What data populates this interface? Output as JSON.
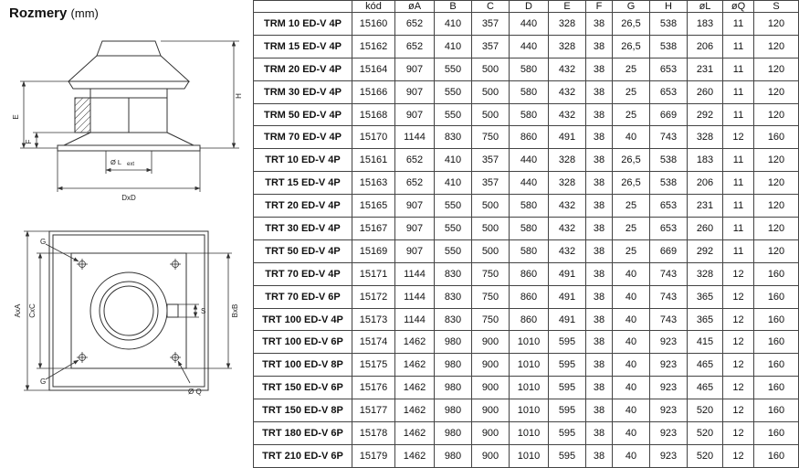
{
  "page": {
    "title": "Rozmery",
    "title_unit": "(mm)"
  },
  "drawings": {
    "side_view": {
      "label_e": "E",
      "label_f": "F",
      "label_h": "H",
      "label_ol": "Ø L",
      "label_ol_sub": "ext",
      "label_dxd": "DxD"
    },
    "top_view": {
      "label_g_top": "G",
      "label_g_bottom": "G",
      "label_axa": "AxA",
      "label_cxc": "CxC",
      "label_bxb": "BxB",
      "label_s": "S",
      "label_oq": "Ø Q"
    }
  },
  "table": {
    "headers": [
      "",
      "kód",
      "øA",
      "B",
      "C",
      "D",
      "E",
      "F",
      "G",
      "H",
      "øL",
      "øQ",
      "S"
    ],
    "rows": [
      [
        "TRM 10 ED-V 4P",
        "15160",
        "652",
        "410",
        "357",
        "440",
        "328",
        "38",
        "26,5",
        "538",
        "183",
        "11",
        "120"
      ],
      [
        "TRM 15 ED-V 4P",
        "15162",
        "652",
        "410",
        "357",
        "440",
        "328",
        "38",
        "26,5",
        "538",
        "206",
        "11",
        "120"
      ],
      [
        "TRM 20 ED-V 4P",
        "15164",
        "907",
        "550",
        "500",
        "580",
        "432",
        "38",
        "25",
        "653",
        "231",
        "11",
        "120"
      ],
      [
        "TRM 30 ED-V 4P",
        "15166",
        "907",
        "550",
        "500",
        "580",
        "432",
        "38",
        "25",
        "653",
        "260",
        "11",
        "120"
      ],
      [
        "TRM 50 ED-V 4P",
        "15168",
        "907",
        "550",
        "500",
        "580",
        "432",
        "38",
        "25",
        "669",
        "292",
        "11",
        "120"
      ],
      [
        "TRM 70 ED-V 4P",
        "15170",
        "1144",
        "830",
        "750",
        "860",
        "491",
        "38",
        "40",
        "743",
        "328",
        "12",
        "160"
      ],
      [
        "TRT 10 ED-V 4P",
        "15161",
        "652",
        "410",
        "357",
        "440",
        "328",
        "38",
        "26,5",
        "538",
        "183",
        "11",
        "120"
      ],
      [
        "TRT 15 ED-V 4P",
        "15163",
        "652",
        "410",
        "357",
        "440",
        "328",
        "38",
        "26,5",
        "538",
        "206",
        "11",
        "120"
      ],
      [
        "TRT 20 ED-V 4P",
        "15165",
        "907",
        "550",
        "500",
        "580",
        "432",
        "38",
        "25",
        "653",
        "231",
        "11",
        "120"
      ],
      [
        "TRT 30 ED-V 4P",
        "15167",
        "907",
        "550",
        "500",
        "580",
        "432",
        "38",
        "25",
        "653",
        "260",
        "11",
        "120"
      ],
      [
        "TRT 50 ED-V 4P",
        "15169",
        "907",
        "550",
        "500",
        "580",
        "432",
        "38",
        "25",
        "669",
        "292",
        "11",
        "120"
      ],
      [
        "TRT 70 ED-V 4P",
        "15171",
        "1144",
        "830",
        "750",
        "860",
        "491",
        "38",
        "40",
        "743",
        "328",
        "12",
        "160"
      ],
      [
        "TRT 70 ED-V 6P",
        "15172",
        "1144",
        "830",
        "750",
        "860",
        "491",
        "38",
        "40",
        "743",
        "365",
        "12",
        "160"
      ],
      [
        "TRT 100 ED-V 4P",
        "15173",
        "1144",
        "830",
        "750",
        "860",
        "491",
        "38",
        "40",
        "743",
        "365",
        "12",
        "160"
      ],
      [
        "TRT 100 ED-V 6P",
        "15174",
        "1462",
        "980",
        "900",
        "1010",
        "595",
        "38",
        "40",
        "923",
        "415",
        "12",
        "160"
      ],
      [
        "TRT 100 ED-V 8P",
        "15175",
        "1462",
        "980",
        "900",
        "1010",
        "595",
        "38",
        "40",
        "923",
        "465",
        "12",
        "160"
      ],
      [
        "TRT 150 ED-V 6P",
        "15176",
        "1462",
        "980",
        "900",
        "1010",
        "595",
        "38",
        "40",
        "923",
        "465",
        "12",
        "160"
      ],
      [
        "TRT 150 ED-V 8P",
        "15177",
        "1462",
        "980",
        "900",
        "1010",
        "595",
        "38",
        "40",
        "923",
        "520",
        "12",
        "160"
      ],
      [
        "TRT 180 ED-V 6P",
        "15178",
        "1462",
        "980",
        "900",
        "1010",
        "595",
        "38",
        "40",
        "923",
        "520",
        "12",
        "160"
      ],
      [
        "TRT 210 ED-V 6P",
        "15179",
        "1462",
        "980",
        "900",
        "1010",
        "595",
        "38",
        "40",
        "923",
        "520",
        "12",
        "160"
      ]
    ]
  }
}
